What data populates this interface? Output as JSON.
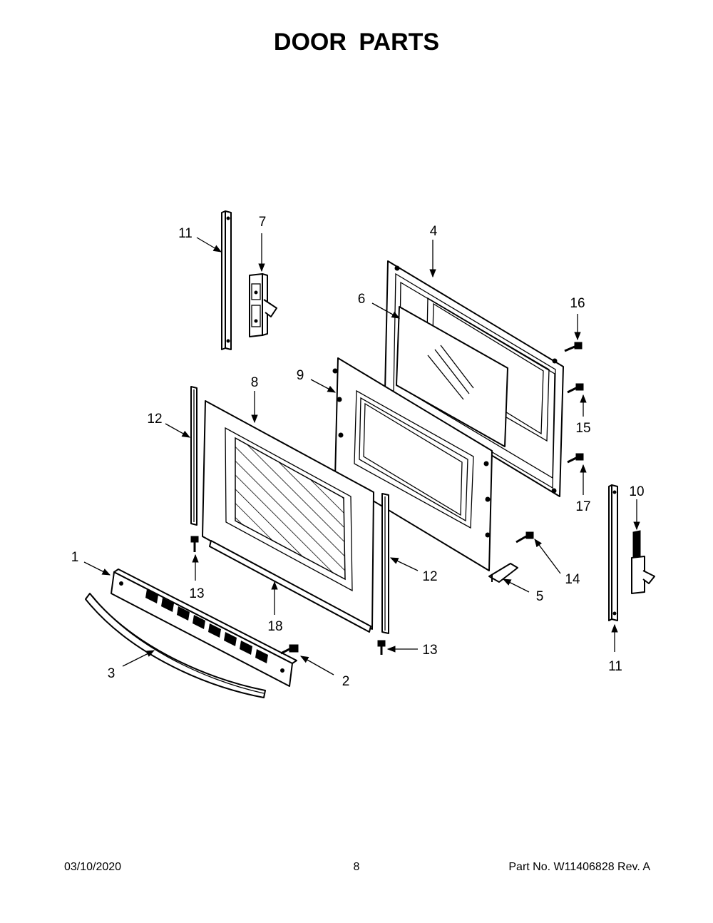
{
  "page": {
    "title": "DOOR PARTS",
    "footer": {
      "date": "03/10/2020",
      "page_number": "8",
      "part_number": "Part No.  W11406828  Rev.  A"
    }
  },
  "diagram": {
    "callouts": [
      "1",
      "2",
      "3",
      "4",
      "5",
      "6",
      "7",
      "8",
      "9",
      "10",
      "11",
      "12",
      "13",
      "14",
      "15",
      "16",
      "17",
      "18"
    ]
  }
}
